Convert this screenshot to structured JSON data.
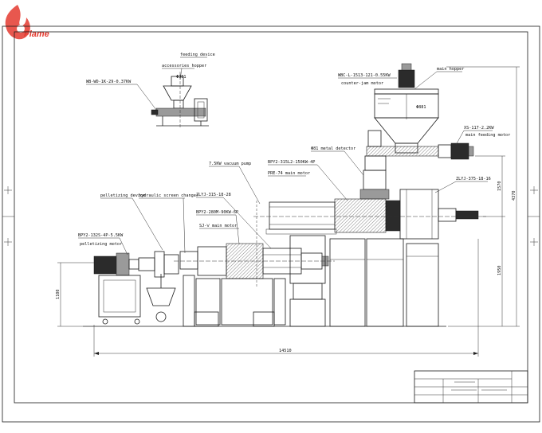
{
  "brand": {
    "name": "Flame",
    "color": "#e43a2f"
  },
  "labels": {
    "feeding_device": "feeding device",
    "accessories_hopper": "accessories hopper",
    "phi_381": "Φ381",
    "feeder_motor_a": "WB-WD-1K-29-0.37KW",
    "mdc_motor": "WBC-L-1513-121-0.55KW",
    "counter_jam_motor": "counter-jam motor",
    "main_hopper": "main hopper",
    "phi_881": "Φ881",
    "feeder_motor_b": "XS-117-2.2KW",
    "main_feeding_motor": "main feeding motor",
    "metal_detector": "Φ81 metal detector",
    "vacuum_pump": "7.5KW vacuum pump",
    "bpy_motor_top": "BPY2-315L2-150KW-4P",
    "pre_main_motor": "PRE-74 main motor",
    "zlyj_right": "ZLYJ-375-18-16",
    "pelletizing_device": "pelletizing device",
    "screen_changer": "hydraulic screen changer",
    "zlyj_mid": "ZLYJ-315-18-28",
    "bpy_motor_mid": "BPY2-280M-90KW-6P",
    "sj_main_motor": "SJ-Ⅴ main motor",
    "bpy_pellet_motor": "BPY2-132S-4P-5.5KW",
    "pelletizing_motor": "pelletizing motor",
    "dim_overall_length": "14510",
    "dim_left_height": "1100",
    "dim_right_height": "4370",
    "dim_right_mid": "1950",
    "dim_upper": "1570"
  }
}
